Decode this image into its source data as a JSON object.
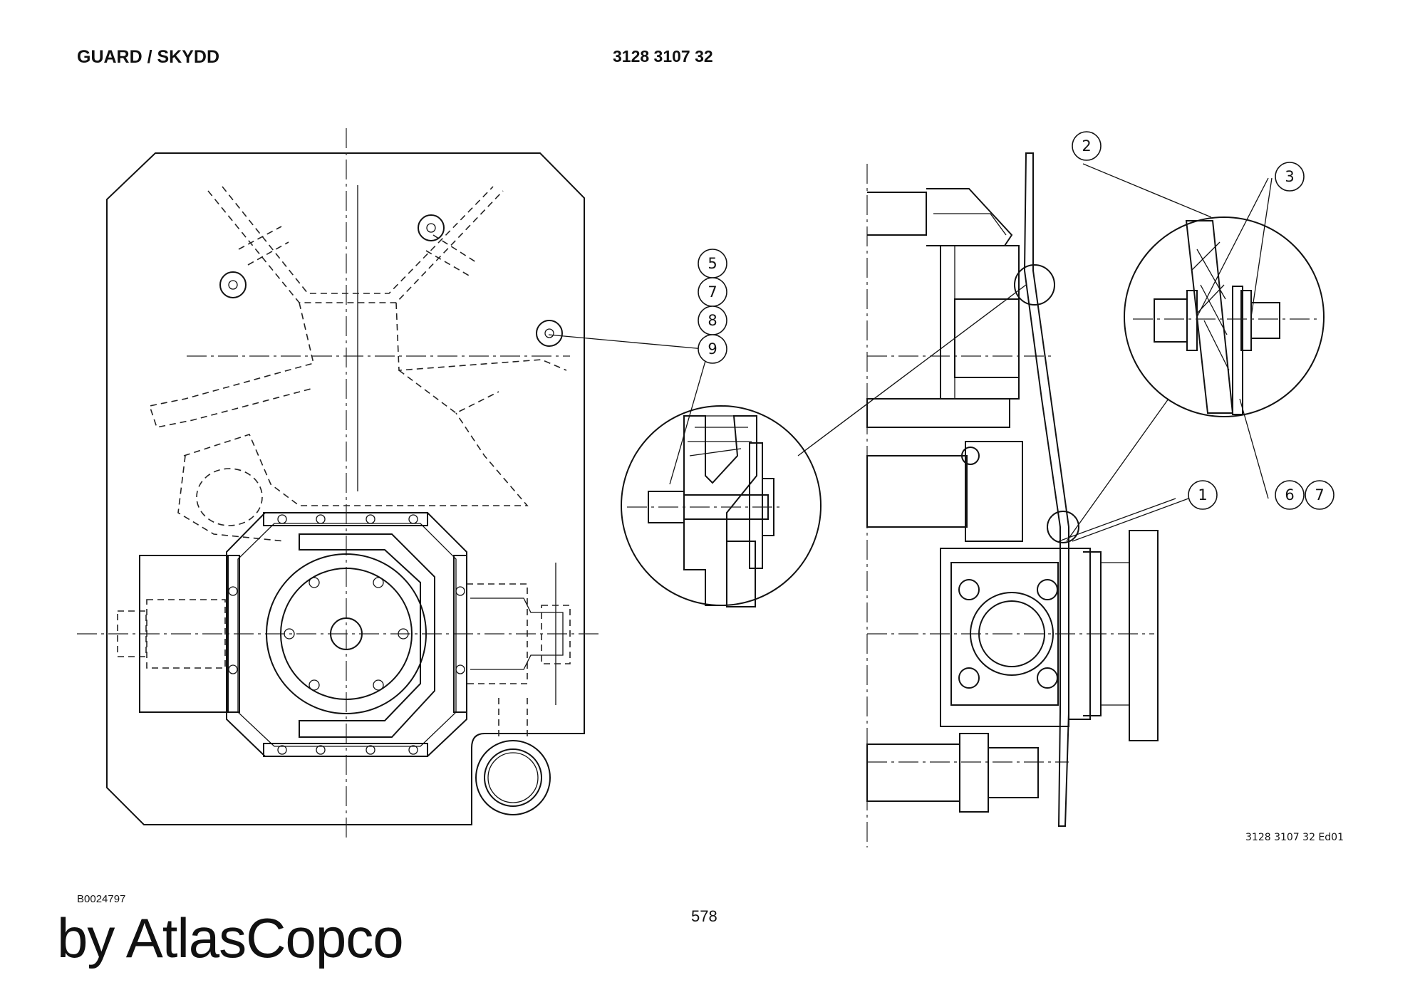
{
  "header": {
    "title": "GUARD / SKYDD",
    "part_number": "3128 3107 32"
  },
  "drawing": {
    "reference": "3128 3107 32 Ed01",
    "callouts": [
      "5",
      "7",
      "8",
      "9",
      "2",
      "3",
      "1",
      "6",
      "7"
    ]
  },
  "footer": {
    "doc_code": "B0024797",
    "page_number": "578",
    "brand": "by AtlasCopco"
  }
}
